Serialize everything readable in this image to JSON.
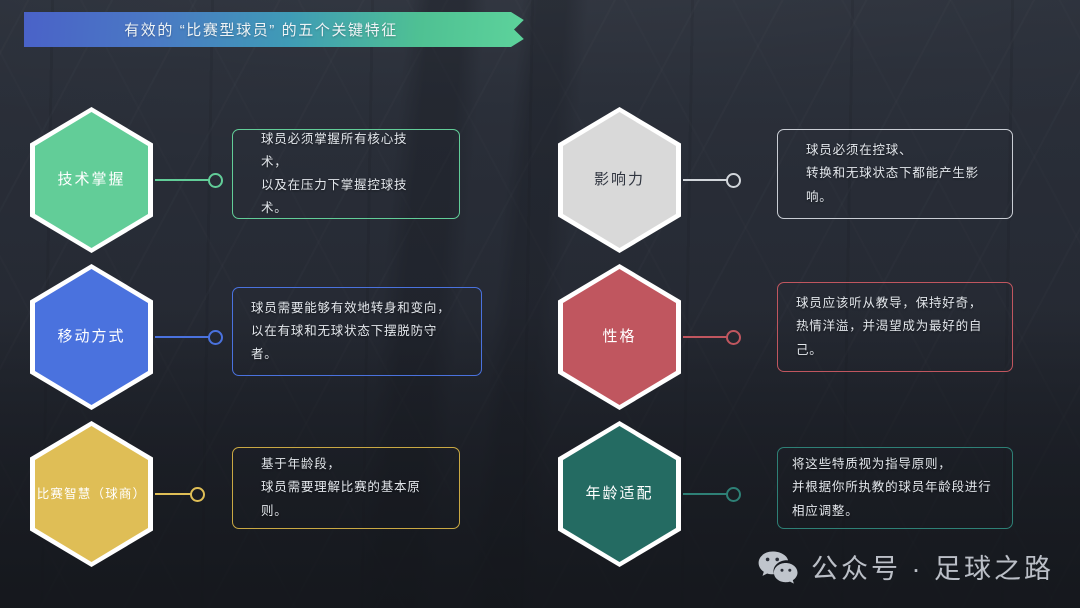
{
  "header": {
    "title": "有效的 “比赛型球员” 的五个关键特征"
  },
  "colors": {
    "banner_start": "#4A62C8",
    "banner_end": "#5ED49C",
    "background": "#2E323B",
    "hex_border": "#FFFFFF"
  },
  "features": [
    {
      "id": "technical-mastery",
      "label": "技术掌握",
      "color": "#62CD98",
      "text_color": "light",
      "description": "球员必须掌握所有核心技术，\n以及在压力下掌握控球技术。"
    },
    {
      "id": "influence",
      "label": "影响力",
      "color": "#D9D9D9",
      "text_color": "dark",
      "description": "球员必须在控球、\n转换和无球状态下都能产生影响。"
    },
    {
      "id": "movement-style",
      "label": "移动方式",
      "color": "#4A72DE",
      "text_color": "light",
      "description": "球员需要能够有效地转身和变向，\n以在有球和无球状态下摆脱防守者。"
    },
    {
      "id": "personality",
      "label": "性格",
      "color": "#C0565F",
      "text_color": "light",
      "description": "球员应该听从教导，保持好奇，\n热情洋溢，并渴望成为最好的自己。"
    },
    {
      "id": "game-intelligence",
      "label": "比赛智慧（球商）",
      "color": "#DFBE56",
      "text_color": "light",
      "description": "基于年龄段，\n球员需要理解比赛的基本原则。"
    },
    {
      "id": "age-appropriate",
      "label": "年龄适配",
      "color": "#246B62",
      "text_color": "light",
      "description": "将这些特质视为指导原则，\n并根据你所执教的球员年龄段进行相应调整。"
    }
  ],
  "watermark": {
    "icon": "wechat-icon",
    "text": "公众号 · 足球之路"
  }
}
